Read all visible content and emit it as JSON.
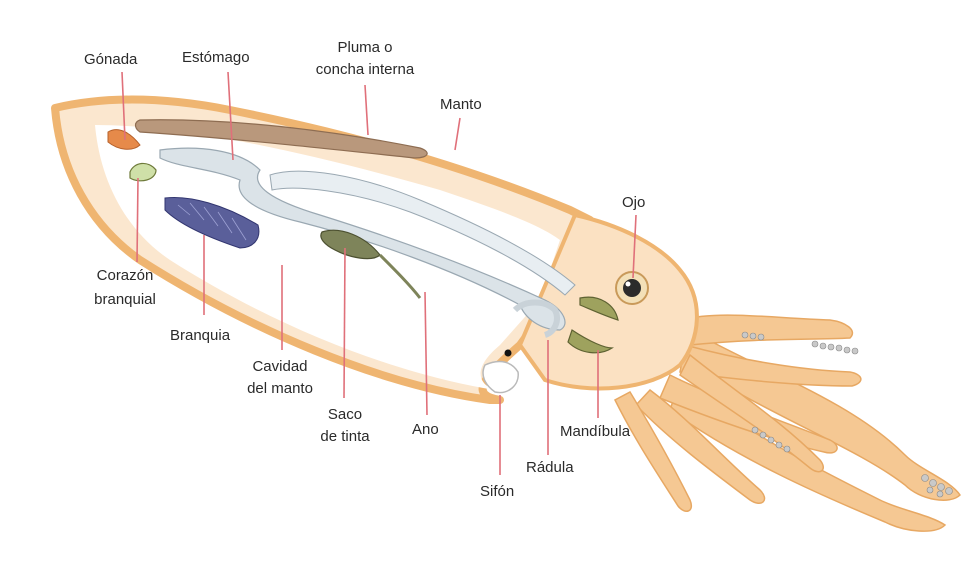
{
  "labels": {
    "gonada": "Gónada",
    "estomago": "Estómago",
    "pluma_1": "Pluma o",
    "pluma_2": "concha interna",
    "manto": "Manto",
    "ojo": "Ojo",
    "corazon_1": "Corazón",
    "corazon_2": "branquial",
    "branquia": "Branquia",
    "cavidad_1": "Cavidad",
    "cavidad_2": "del manto",
    "saco_1": "Saco",
    "saco_2": "de tinta",
    "ano": "Ano",
    "sifon": "Sifón",
    "radula": "Rádula",
    "mandibula": "Mandíbula"
  },
  "colors": {
    "mantle_outline": "#efb571",
    "mantle_fill": "#fbe7cf",
    "inner_fill": "#ffffff",
    "pen": "#b9987c",
    "stomach_tube": "#dbe3e8",
    "gill": "#5a5f9a",
    "ink_sac": "#7e845a",
    "gonad": "#e68a4a",
    "leader_line": "#e0707a",
    "arm": "#f5c893",
    "sucker": "#b6b6b6"
  }
}
